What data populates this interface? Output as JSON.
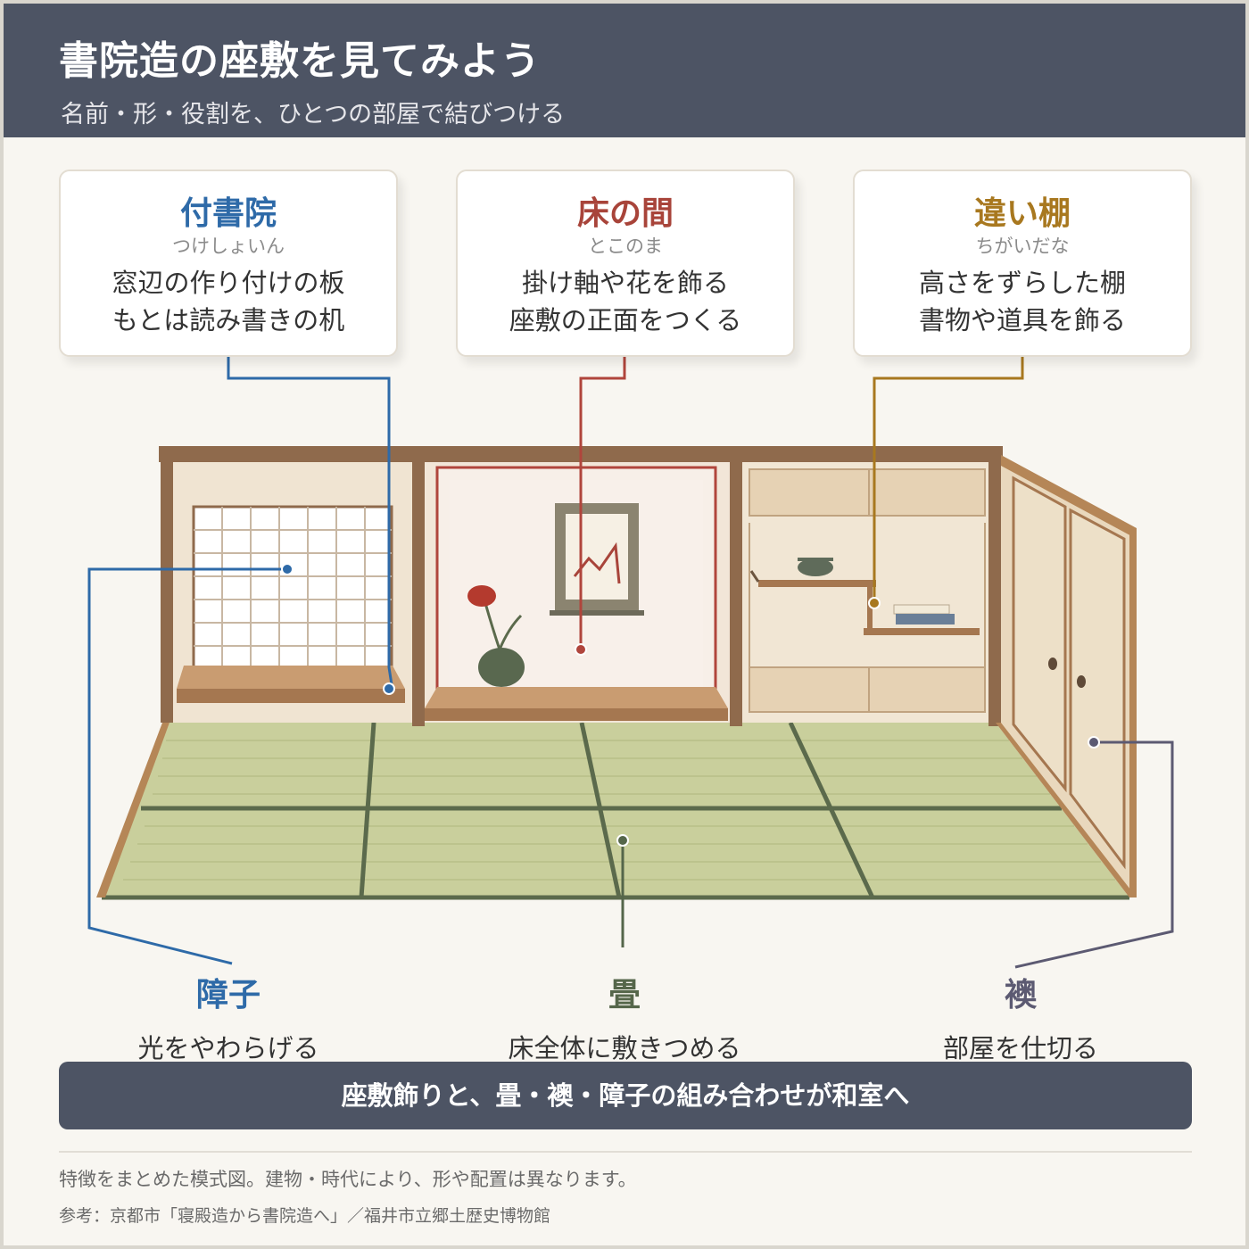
{
  "header": {
    "title": "書院造の座敷を見てみよう",
    "subtitle": "名前・形・役割を、ひとつの部屋で結びつける"
  },
  "cards": [
    {
      "name": "付書院",
      "reading": "つけしょいん",
      "line1": "窓辺の作り付けの板",
      "line2": "もとは読み書きの机",
      "color": "#2e6aa8"
    },
    {
      "name": "床の間",
      "reading": "とこのま",
      "line1": "掛け軸や花を飾る",
      "line2": "座敷の正面をつくる",
      "color": "#a8443a"
    },
    {
      "name": "違い棚",
      "reading": "ちがいだな",
      "line1": "高さをずらした棚",
      "line2": "書物や道具を飾る",
      "color": "#a8781f"
    }
  ],
  "labels": [
    {
      "name": "障子",
      "desc": "光をやわらげる",
      "color": "#2e6aa8"
    },
    {
      "name": "畳",
      "desc": "床全体に敷きつめる",
      "color": "#55664a"
    },
    {
      "name": "襖",
      "desc": "部屋を仕切る",
      "color": "#5c5a72"
    }
  ],
  "summary": "座敷飾りと、畳・襖・障子の組み合わせが和室へ",
  "footer": {
    "note": "特徴をまとめた模式図。建物・時代により、形や配置は異なります。",
    "source": "参考：京都市「寝殿造から書院造へ」／福井市立郷土歴史博物館"
  }
}
